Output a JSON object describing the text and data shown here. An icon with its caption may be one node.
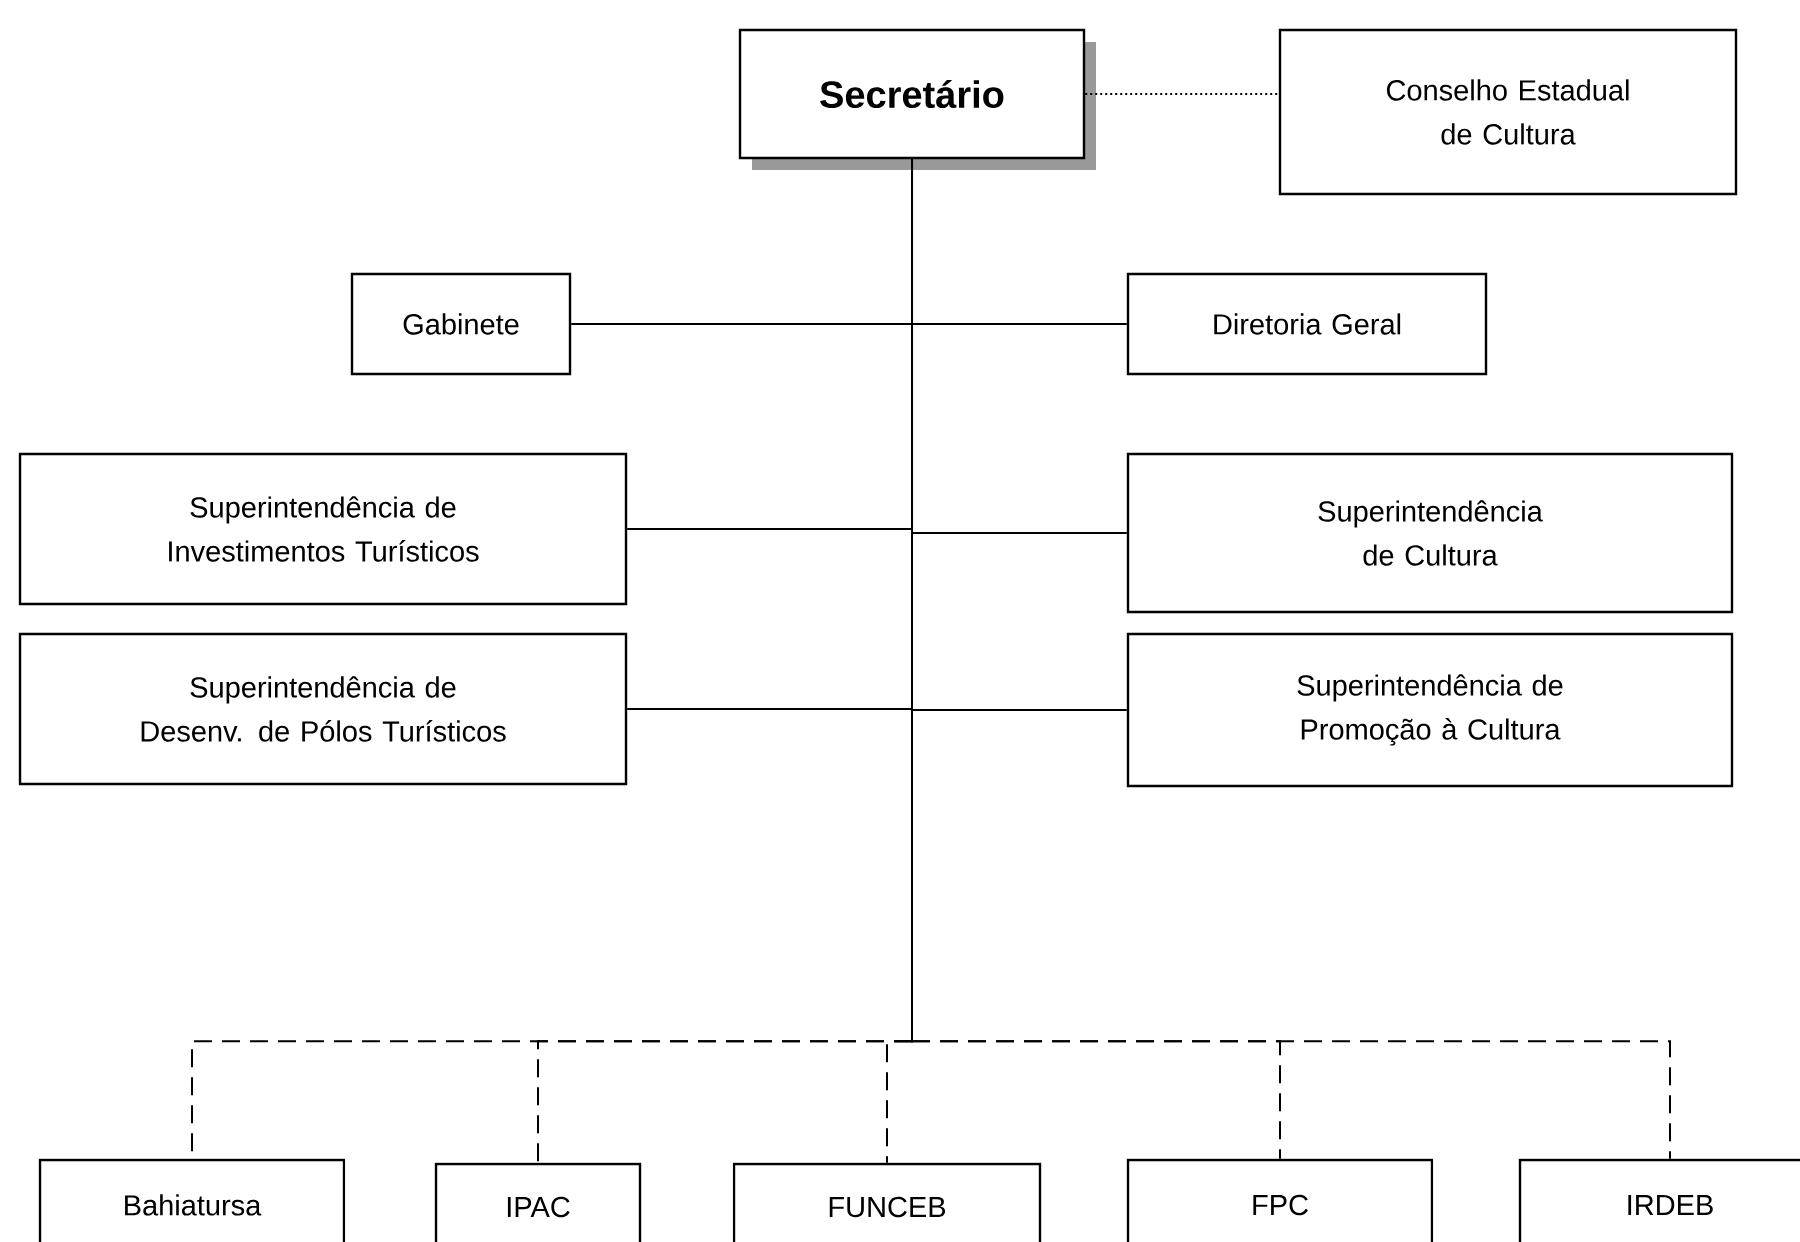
{
  "diagram": {
    "nodes": [
      {
        "text": [
          "Secretário"
        ]
      },
      {
        "text": [
          "Conselho Estadual de Cultura"
        ]
      },
      {
        "text": [
          "Gabinete"
        ]
      },
      {
        "text": [
          "Diretoria Geral"
        ]
      },
      {
        "text": [
          "Superintendência de Investimentos Turísticos"
        ]
      },
      {
        "text": [
          "Superintendência de Cultura"
        ]
      },
      {
        "text": [
          "Superintendência de Desenv. de Pólos Turísticos"
        ]
      },
      {
        "text": [
          "Superintendência de Promoção à Cultura"
        ]
      },
      {
        "text": [
          "Bahiatursa"
        ]
      },
      {
        "text": [
          "IPAC"
        ]
      },
      {
        "text": [
          "FUNCEB"
        ]
      },
      {
        "text": [
          "FPC"
        ]
      },
      {
        "text": [
          "IRDEB"
        ]
      }
    ],
    "edges": [
      {
        "from": 0,
        "to": 1,
        "arrow": "none",
        "style": "dashed"
      },
      {
        "from": 0,
        "to": 2,
        "arrow": "none"
      },
      {
        "from": 0,
        "to": 3,
        "arrow": "none"
      },
      {
        "from": 0,
        "to": 4,
        "arrow": "none"
      },
      {
        "from": 0,
        "to": 5,
        "arrow": "none"
      },
      {
        "from": 0,
        "to": 6,
        "arrow": "none"
      },
      {
        "from": 0,
        "to": 7,
        "arrow": "none"
      },
      {
        "from": 0,
        "to": 8,
        "arrow": "none",
        "style": "dashed"
      },
      {
        "from": 0,
        "to": 9,
        "arrow": "none",
        "style": "dashed"
      },
      {
        "from": 0,
        "to": 10,
        "arrow": "none",
        "style": "dashed"
      },
      {
        "from": 0,
        "to": 11,
        "arrow": "none",
        "style": "dashed"
      },
      {
        "from": 0,
        "to": 12,
        "arrow": "none",
        "style": "dashed"
      }
    ]
  }
}
